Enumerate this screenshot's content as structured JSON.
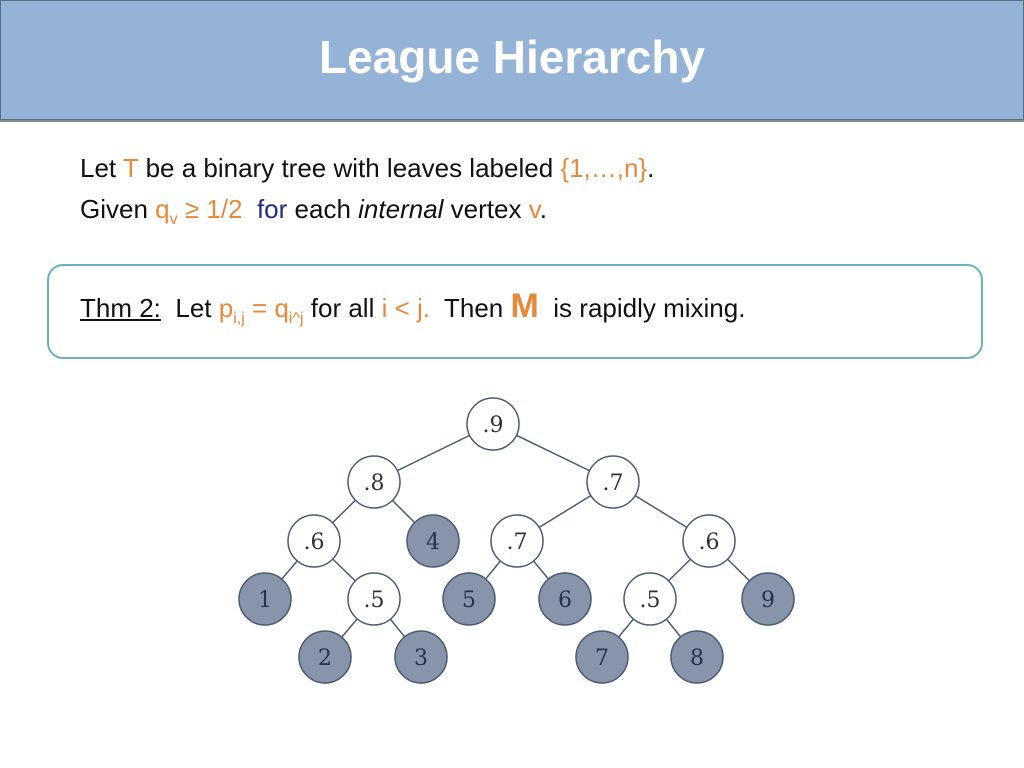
{
  "title": "League Hierarchy",
  "intro": {
    "line1": {
      "let": "Let",
      "T": "T",
      "rest": "be a binary tree with leaves labeled",
      "set": "{1,…,n}",
      "period": "."
    },
    "line2": {
      "given": "Given",
      "q": "q",
      "q_sub": "v",
      "cond": "≥ 1/2",
      "for_word": "for",
      "each": "each",
      "internal": "internal",
      "vertex": "vertex",
      "v": "v",
      "period": "."
    }
  },
  "theorem": {
    "label": "Thm 2:",
    "let": "Let",
    "p": "p",
    "p_sub": "i,j",
    "eq": "=",
    "q": "q",
    "q_sub": "i^j",
    "for_all": "for all",
    "cond": "i < j.",
    "then": "Then",
    "M": "M",
    "rest": "is rapidly mixing."
  },
  "colors": {
    "title_bg": "#95b3d7",
    "accent_orange": "#e8893a",
    "keyword_navy": "#1f2a8c",
    "box_border": "#6ab1bd",
    "internal_fill": "#ffffff",
    "leaf_fill": "#8794a9",
    "node_stroke": "#4a5a73"
  },
  "tree": {
    "nodes": [
      {
        "id": "n1",
        "label": ".9",
        "type": "internal"
      },
      {
        "id": "n2",
        "label": ".8",
        "type": "internal"
      },
      {
        "id": "n3",
        "label": ".7",
        "type": "internal"
      },
      {
        "id": "n4",
        "label": ".6",
        "type": "internal"
      },
      {
        "id": "n5",
        "label": "4",
        "type": "leaf"
      },
      {
        "id": "n6",
        "label": ".7",
        "type": "internal"
      },
      {
        "id": "n7",
        "label": ".6",
        "type": "internal"
      },
      {
        "id": "n8",
        "label": "1",
        "type": "leaf"
      },
      {
        "id": "n9",
        "label": ".5",
        "type": "internal"
      },
      {
        "id": "n10",
        "label": "5",
        "type": "leaf"
      },
      {
        "id": "n11",
        "label": "6",
        "type": "leaf"
      },
      {
        "id": "n12",
        "label": ".5",
        "type": "internal"
      },
      {
        "id": "n13",
        "label": "9",
        "type": "leaf"
      },
      {
        "id": "n14",
        "label": "2",
        "type": "leaf"
      },
      {
        "id": "n15",
        "label": "3",
        "type": "leaf"
      },
      {
        "id": "n16",
        "label": "7",
        "type": "leaf"
      },
      {
        "id": "n17",
        "label": "8",
        "type": "leaf"
      }
    ],
    "edges": [
      [
        "n1",
        "n2"
      ],
      [
        "n1",
        "n3"
      ],
      [
        "n2",
        "n4"
      ],
      [
        "n2",
        "n5"
      ],
      [
        "n3",
        "n6"
      ],
      [
        "n3",
        "n7"
      ],
      [
        "n4",
        "n8"
      ],
      [
        "n4",
        "n9"
      ],
      [
        "n6",
        "n10"
      ],
      [
        "n6",
        "n11"
      ],
      [
        "n7",
        "n12"
      ],
      [
        "n7",
        "n13"
      ],
      [
        "n9",
        "n14"
      ],
      [
        "n9",
        "n15"
      ],
      [
        "n12",
        "n16"
      ],
      [
        "n12",
        "n17"
      ]
    ]
  }
}
